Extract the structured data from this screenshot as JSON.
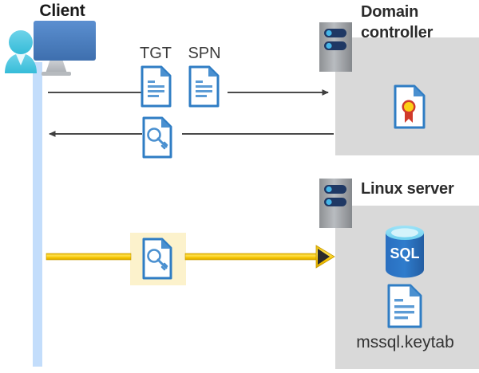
{
  "diagram": {
    "title": "Kerberos authentication flow between client, domain controller and Linux SQL server",
    "background": "#ffffff",
    "colors": {
      "panel_gray": "#d9d9d9",
      "lifeline_blue": "#c3ddfb",
      "arrow_gray": "#444444",
      "arrow_yellow": "#f2c811",
      "highlight_yellow": "#fcf2cc",
      "doc_blue": "#2f7dc4",
      "sql_blue": "#2a72bd",
      "server_gray": "#9c9fa3",
      "server_dark": "#1f3864",
      "person_cyan": "#4cc3e0",
      "monitor_blue": "#4a7ebb",
      "ribbon_red": "#d03a2a",
      "ribbon_gold": "#fcd116"
    }
  },
  "nodes": {
    "client": {
      "label": "Client",
      "icon": "user-computer-icon"
    },
    "domain_controller": {
      "label": "Domain controller",
      "label_line1": "Domain",
      "label_line2": "controller",
      "server_icon": "server-rack-icon",
      "contents": [
        {
          "name": "certificate-document-icon",
          "label": ""
        }
      ]
    },
    "linux_server": {
      "label": "Linux server",
      "server_icon": "server-rack-icon",
      "contents": [
        {
          "name": "sql-database-icon",
          "label": "SQL"
        },
        {
          "name": "keytab-document-icon",
          "label": "mssql.keytab"
        }
      ]
    }
  },
  "flows": [
    {
      "id": "flow-request",
      "direction": "client-to-domain-controller",
      "style": "gray-arrow",
      "artifacts": [
        {
          "label": "TGT",
          "icon": "text-document-icon"
        },
        {
          "label": "SPN",
          "icon": "text-document-icon"
        }
      ]
    },
    {
      "id": "flow-response",
      "direction": "domain-controller-to-client",
      "style": "gray-arrow",
      "artifacts": [
        {
          "label": "",
          "icon": "key-document-icon"
        }
      ]
    },
    {
      "id": "flow-service-ticket",
      "direction": "client-to-linux-server",
      "style": "yellow-arrow-highlighted",
      "artifacts": [
        {
          "label": "",
          "icon": "key-document-icon",
          "highlighted": true
        }
      ]
    }
  ]
}
